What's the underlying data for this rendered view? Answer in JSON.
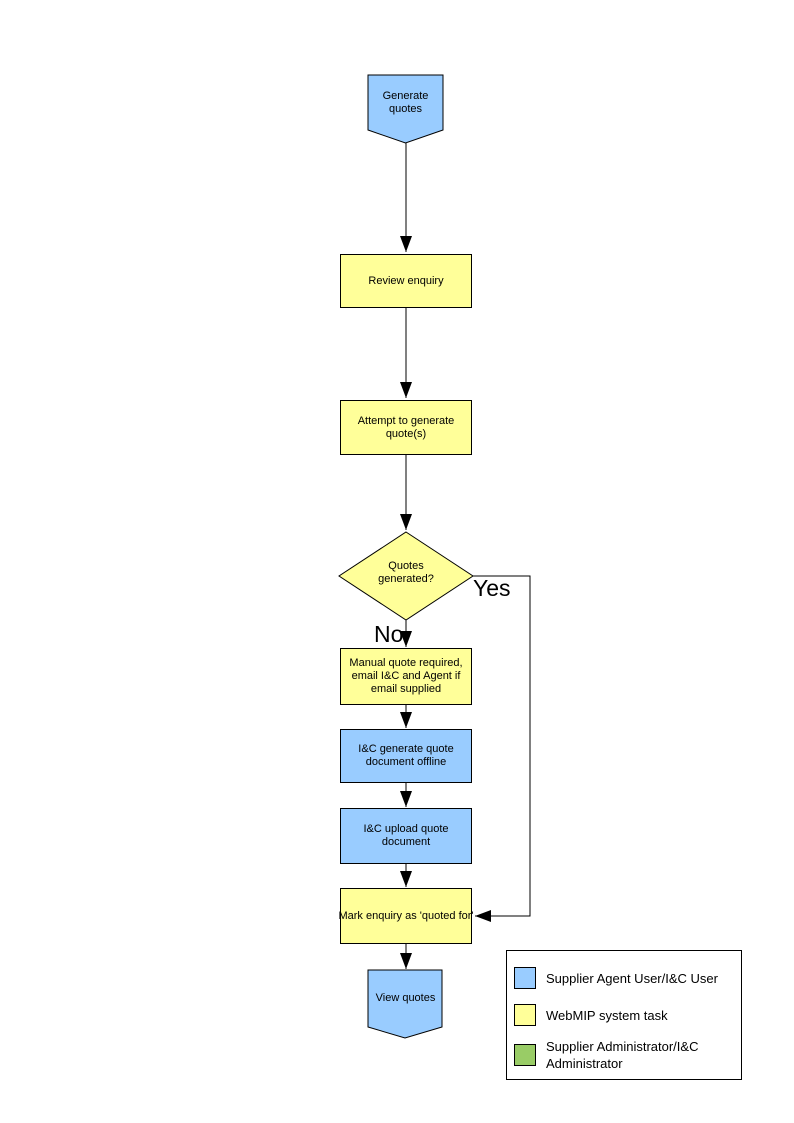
{
  "colors": {
    "actor_user": "#99CCFF",
    "system_task": "#FFFF99",
    "administrator": "#99CC66",
    "connector": "#000000"
  },
  "flowchart": {
    "start": "Generate quotes",
    "review": "Review enquiry",
    "attempt": "Attempt to generate quote(s)",
    "decision": "Quotes generated?",
    "yes": "Yes",
    "no": "No",
    "manual": "Manual quote required, email I&C and Agent if email supplied",
    "generate_offline": "I&C generate quote document offline",
    "upload": "I&C upload quote document",
    "mark": "Mark enquiry as 'quoted for'",
    "end": "View quotes"
  },
  "legend": {
    "items": [
      {
        "label": "Supplier Agent User/I&C User",
        "color": "#99CCFF"
      },
      {
        "label": "WebMIP system task",
        "color": "#FFFF99"
      },
      {
        "label": "Supplier Administrator/I&C Administrator",
        "color": "#99CC66"
      }
    ]
  }
}
